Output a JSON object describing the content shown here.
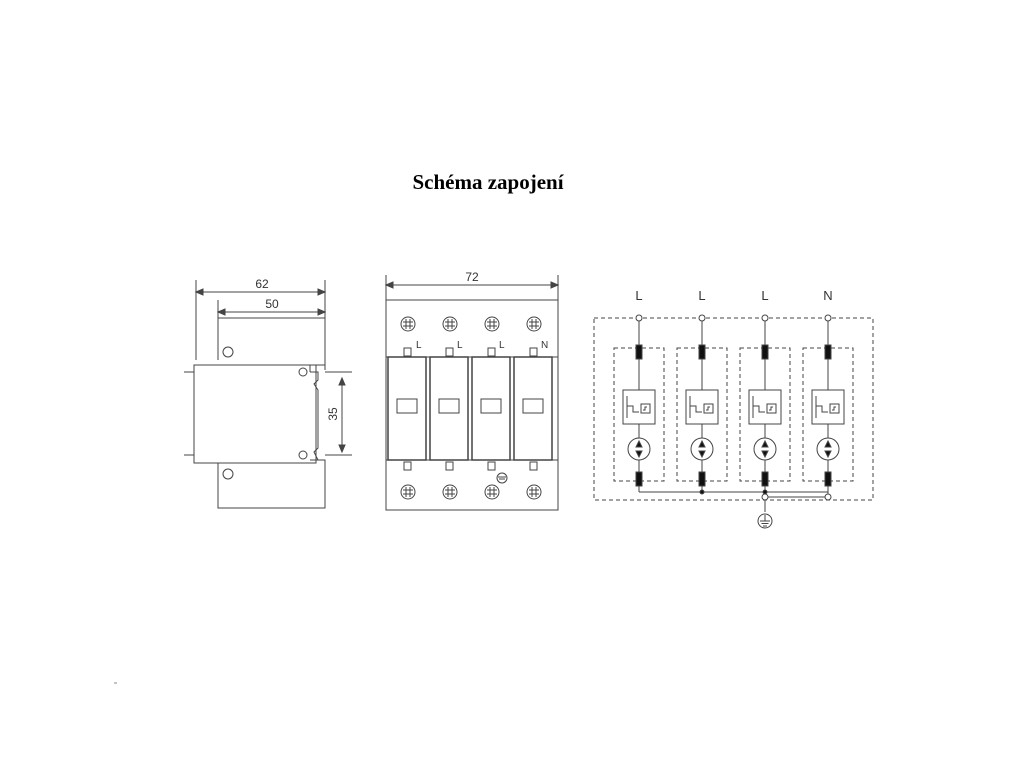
{
  "title": "Schéma zapojení",
  "side_view": {
    "dim_outer": "62",
    "dim_inner": "50",
    "dim_rail": "35"
  },
  "front_view": {
    "dim_width": "72",
    "pole_labels": [
      "L",
      "L",
      "L",
      "N"
    ]
  },
  "schematic": {
    "terminal_labels": [
      "L",
      "L",
      "L",
      "N"
    ],
    "ground_symbol": "protective-earth-icon"
  }
}
